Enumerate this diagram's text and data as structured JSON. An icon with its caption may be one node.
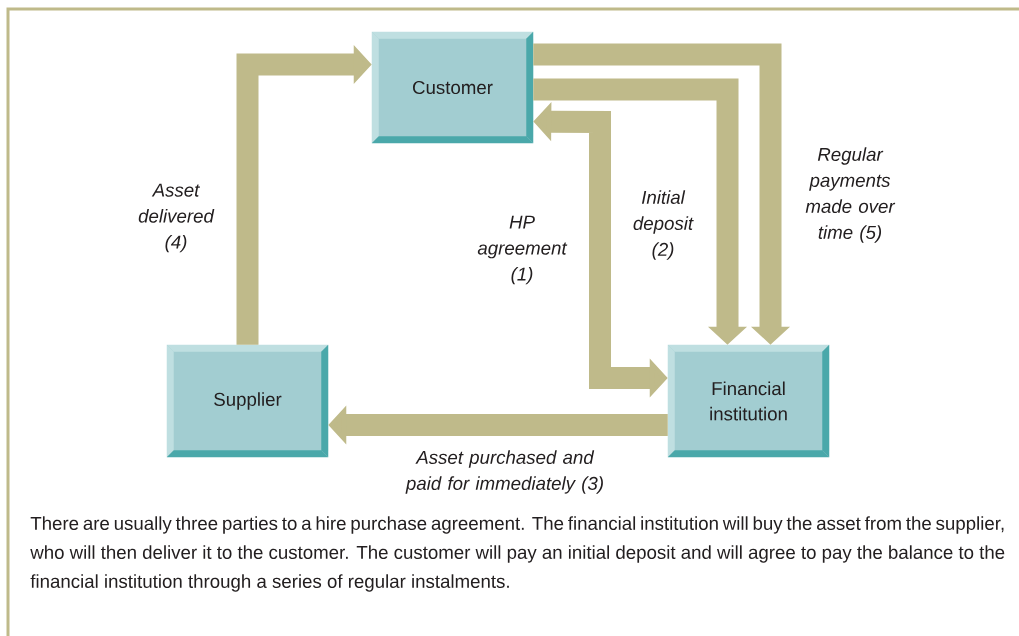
{
  "diagram": {
    "caption": "There are usually three parties to a hire purchase agreement. The financial institution will buy the asset from the supplier, who will then deliver it to the customer. The customer will pay an initial deposit and will agree to pay the balance to the financial institution through a series of regular instalments.",
    "nodes": [
      {
        "text": [
          "Customer"
        ]
      },
      {
        "text": [
          "Supplier"
        ]
      },
      {
        "text": [
          "Financial institution"
        ]
      }
    ],
    "edges": [
      {
        "from": 1,
        "to": 0,
        "arrow": "to",
        "label": "Asset delivered (4)"
      },
      {
        "from": 0,
        "to": 2,
        "arrow": "both",
        "label": "HP agreement (1)"
      },
      {
        "from": 0,
        "to": 2,
        "arrow": "to",
        "label": "Initial deposit (2)"
      },
      {
        "from": 0,
        "to": 2,
        "arrow": "to",
        "label": "Regular payments made over time (5)"
      },
      {
        "from": 2,
        "to": 1,
        "arrow": "to",
        "label": "Asset purchased and paid for immediately (3)"
      }
    ]
  }
}
